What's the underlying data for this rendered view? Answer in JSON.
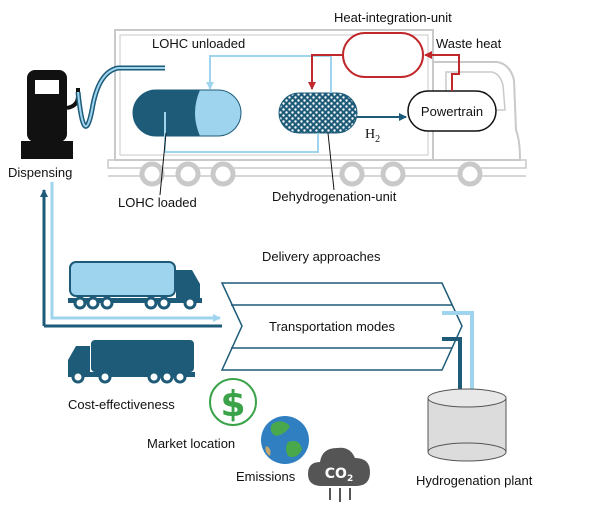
{
  "labels": {
    "heat_integration_unit": "Heat-integration-unit",
    "lohc_unloaded": "LOHC unloaded",
    "waste_heat": "Waste heat",
    "powertrain": "Powertrain",
    "h2_main": "H",
    "h2_sub": "2",
    "dispensing": "Dispensing",
    "lohc_loaded": "LOHC loaded",
    "dehydrogenation_unit": "Dehydrogenation-unit",
    "delivery_approaches": "Delivery approaches",
    "transportation_modes": "Transportation modes",
    "cost_effectiveness": "Cost-effectiveness",
    "market_location": "Market location",
    "emissions": "Emissions",
    "hydrogenation_plant": "Hydrogenation plant",
    "co2_main": "CO",
    "co2_sub": "2",
    "dollar_symbol": "$"
  },
  "colors": {
    "dark_teal": "#1d5b79",
    "light_blue": "#9fd4ef",
    "heat_red": "#c0282b",
    "dollar_green": "#3aa34a",
    "truck_outline": "#c9c9c9",
    "dispenser": "#111111",
    "tank_grey": "#dcdcdc",
    "cloud_grey": "#555555"
  },
  "icons": {
    "dispenser": "fuel-dispenser-icon",
    "dollar": "dollar-coin-icon",
    "globe": "earth-globe-icon",
    "co2": "co2-cloud-icon",
    "truck_light": "delivery-truck-light-icon",
    "truck_dark": "delivery-truck-dark-icon"
  }
}
